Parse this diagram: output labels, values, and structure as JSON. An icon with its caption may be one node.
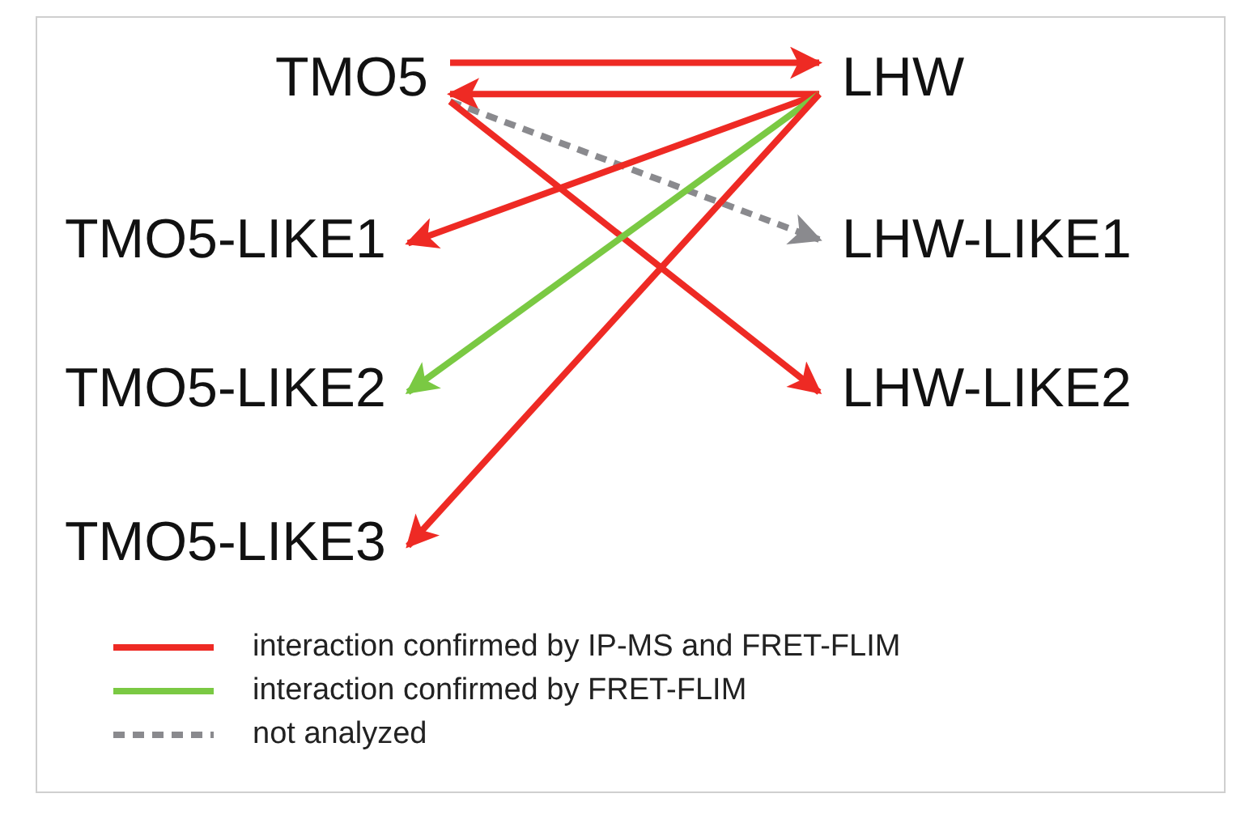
{
  "diagram": {
    "nodes": [
      {
        "text": [
          "TMO5"
        ]
      },
      {
        "text": [
          "LHW"
        ]
      },
      {
        "text": [
          "TMO5-LIKE1"
        ]
      },
      {
        "text": [
          "LHW-LIKE1"
        ]
      },
      {
        "text": [
          "TMO5-LIKE2"
        ]
      },
      {
        "text": [
          "LHW-LIKE2"
        ]
      },
      {
        "text": [
          "TMO5-LIKE3"
        ]
      }
    ],
    "edges": [
      {
        "from": 0,
        "to": 1,
        "arrow": "to"
      },
      {
        "from": 1,
        "to": 0,
        "arrow": "to"
      },
      {
        "from": 0,
        "to": 3,
        "arrow": "to",
        "style": "dashed",
        "color": "#8a8a8e"
      },
      {
        "from": 1,
        "to": 2,
        "arrow": "to"
      },
      {
        "from": 0,
        "to": 5,
        "arrow": "to"
      },
      {
        "from": 1,
        "to": 4,
        "arrow": "to",
        "color": "#7ac943"
      },
      {
        "from": 1,
        "to": 6,
        "arrow": "to"
      }
    ],
    "legend": [
      {
        "text": "interaction confirmed by IP-MS and FRET-FLIM",
        "color": "#ee2a24"
      },
      {
        "text": "interaction confirmed by FRET-FLIM",
        "color": "#7ac943"
      },
      {
        "text": "not analyzed",
        "color": "#8a8a8e"
      }
    ]
  }
}
